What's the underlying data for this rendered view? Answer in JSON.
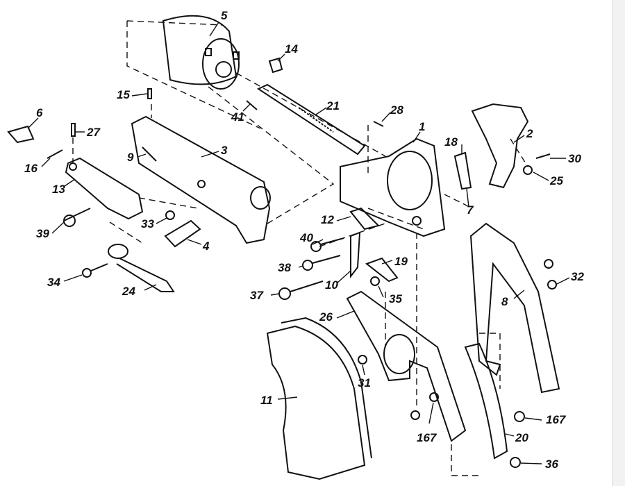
{
  "diagram": {
    "parts": [
      {
        "id": "p1",
        "label": "1"
      },
      {
        "id": "p2",
        "label": "2"
      },
      {
        "id": "p3",
        "label": "3"
      },
      {
        "id": "p4",
        "label": "4"
      },
      {
        "id": "p5",
        "label": "5"
      },
      {
        "id": "p6",
        "label": "6"
      },
      {
        "id": "p7",
        "label": "7"
      },
      {
        "id": "p8",
        "label": "8"
      },
      {
        "id": "p9",
        "label": "9"
      },
      {
        "id": "p10",
        "label": "10"
      },
      {
        "id": "p11",
        "label": "11"
      },
      {
        "id": "p12",
        "label": "12"
      },
      {
        "id": "p13",
        "label": "13"
      },
      {
        "id": "p14",
        "label": "14"
      },
      {
        "id": "p15",
        "label": "15"
      },
      {
        "id": "p16",
        "label": "16"
      },
      {
        "id": "p18",
        "label": "18"
      },
      {
        "id": "p19",
        "label": "19"
      },
      {
        "id": "p20",
        "label": "20"
      },
      {
        "id": "p21",
        "label": "21"
      },
      {
        "id": "p24",
        "label": "24"
      },
      {
        "id": "p25",
        "label": "25"
      },
      {
        "id": "p26",
        "label": "26"
      },
      {
        "id": "p27",
        "label": "27"
      },
      {
        "id": "p28",
        "label": "28"
      },
      {
        "id": "p30",
        "label": "30"
      },
      {
        "id": "p31",
        "label": "31"
      },
      {
        "id": "p32",
        "label": "32"
      },
      {
        "id": "p33",
        "label": "33"
      },
      {
        "id": "p34",
        "label": "34"
      },
      {
        "id": "p35",
        "label": "35"
      },
      {
        "id": "p36",
        "label": "36"
      },
      {
        "id": "p37",
        "label": "37"
      },
      {
        "id": "p38",
        "label": "38"
      },
      {
        "id": "p39",
        "label": "39"
      },
      {
        "id": "p40",
        "label": "40"
      },
      {
        "id": "p41",
        "label": "41"
      },
      {
        "id": "p167a",
        "label": "167"
      },
      {
        "id": "p167b",
        "label": "167"
      }
    ]
  }
}
